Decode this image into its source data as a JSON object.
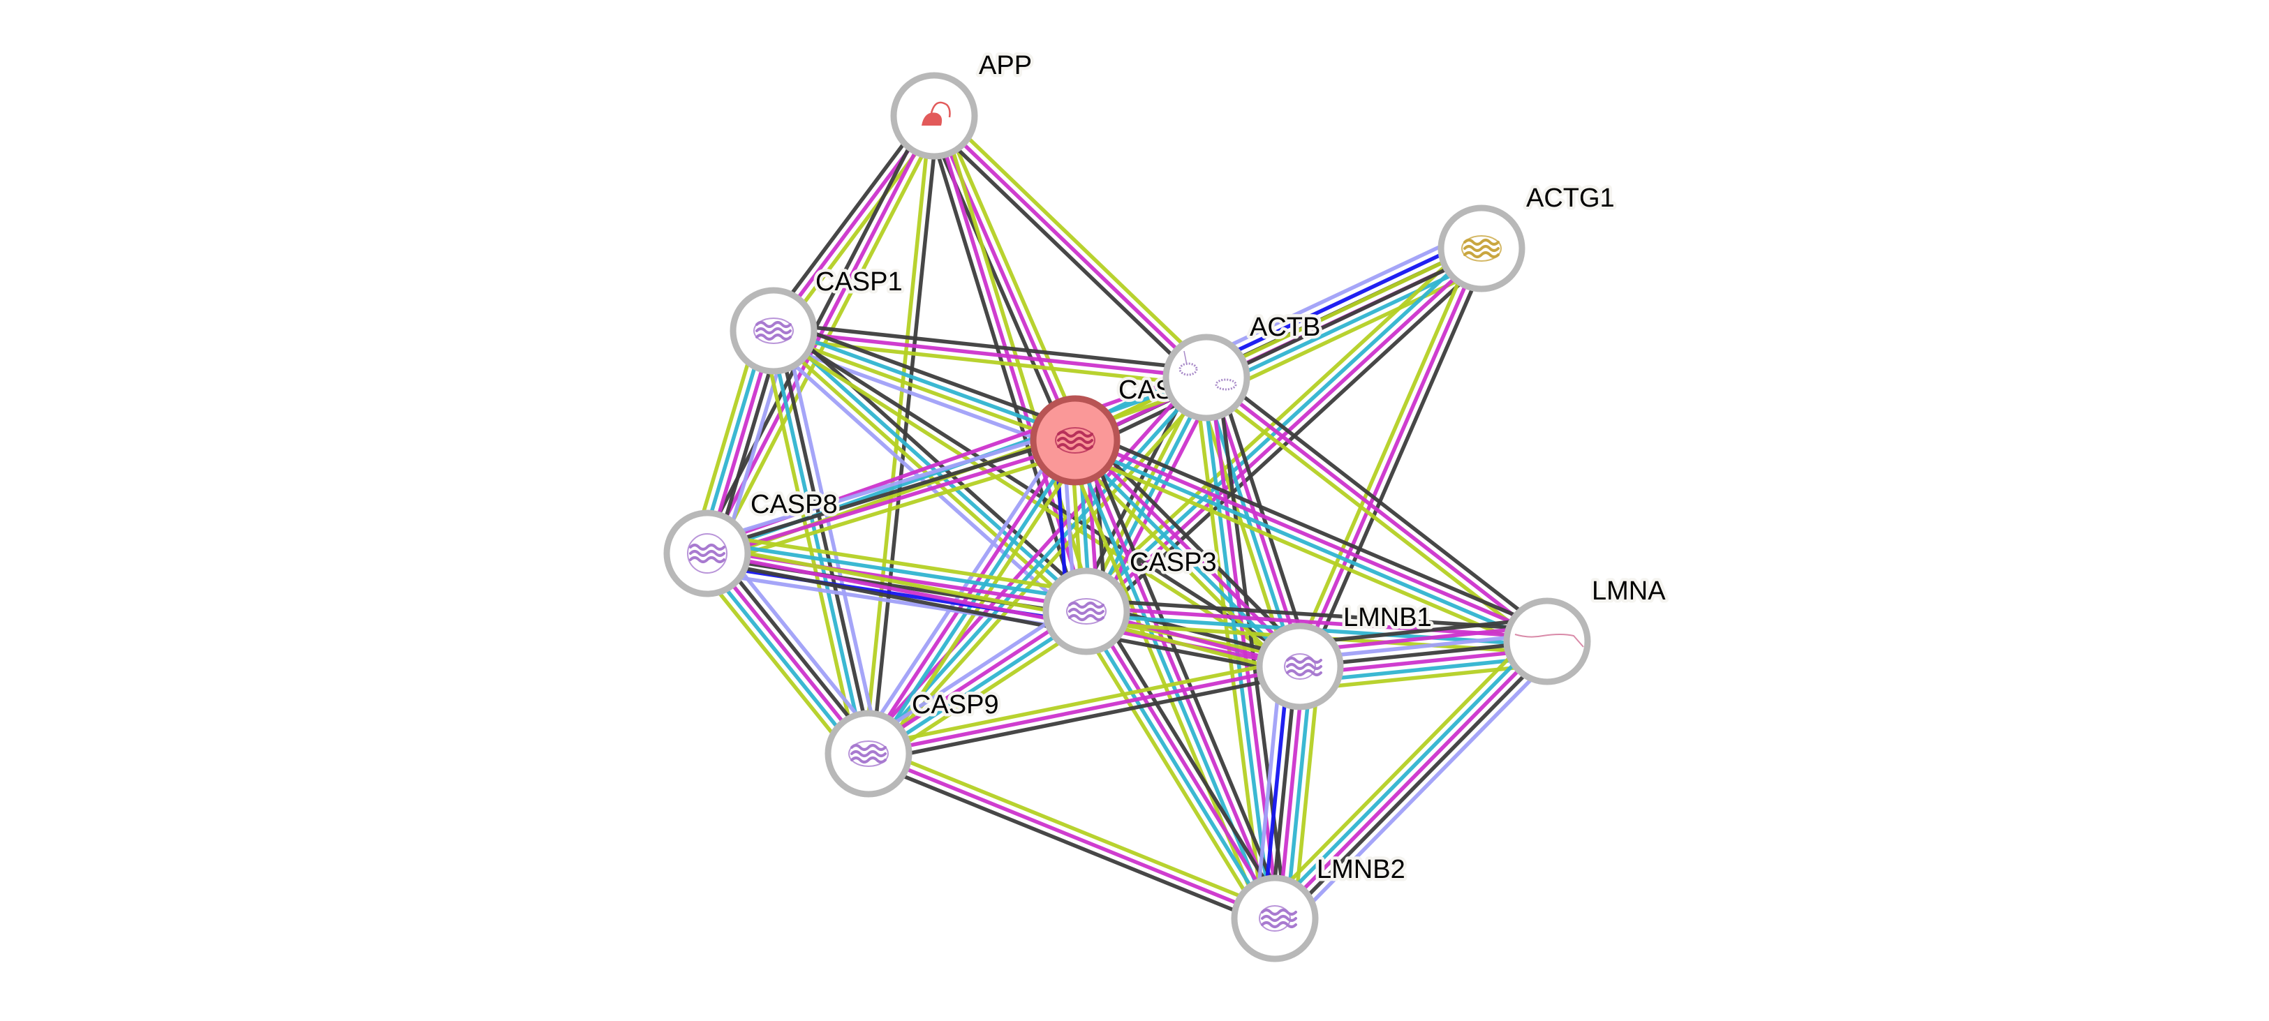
{
  "diagram": {
    "type": "protein-interaction-network",
    "query_node": "CAS",
    "nodes": [
      {
        "id": "APP",
        "label": "APP",
        "structure": "coil-helix",
        "structure_color": "#e25a5a",
        "query": false
      },
      {
        "id": "ACTG1",
        "label": "ACTG1",
        "structure": "globular",
        "structure_color": "#c9a640",
        "query": false
      },
      {
        "id": "CASP1",
        "label": "CASP1",
        "structure": "alpha-beta",
        "structure_color": "#a87ad0",
        "query": false
      },
      {
        "id": "ACTB",
        "label": "ACTB",
        "structure": "two-domain",
        "structure_color": "#a88ac8",
        "query": false
      },
      {
        "id": "CAS",
        "label": "CAS",
        "structure": "alpha-beta",
        "structure_color": "#b8305a",
        "query": true
      },
      {
        "id": "CASP8",
        "label": "CASP8",
        "structure": "helical",
        "structure_color": "#a87ad0",
        "query": false
      },
      {
        "id": "CASP3",
        "label": "CASP3",
        "structure": "alpha-beta",
        "structure_color": "#a87ad0",
        "query": false
      },
      {
        "id": "LMNB1",
        "label": "LMNB1",
        "structure": "beta-sandwich",
        "structure_color": "#a87ad0",
        "query": false
      },
      {
        "id": "LMNA",
        "label": "LMNA",
        "structure": "coiled-coil",
        "structure_color": "#d98aa8",
        "query": false
      },
      {
        "id": "CASP9",
        "label": "CASP9",
        "structure": "alpha-beta",
        "structure_color": "#a87ad0",
        "query": false
      },
      {
        "id": "LMNB2",
        "label": "LMNB2",
        "structure": "beta-sandwich",
        "structure_color": "#a87ad0",
        "query": false
      }
    ],
    "evidence_colors": {
      "textmining": "#b4d024",
      "coexpression": "#3d3d3d",
      "experiments": "#cc33cc",
      "databases": "#30b4d0",
      "homology": "#a0a0f8",
      "fusion": "#1414f0"
    },
    "edges": [
      {
        "source": "APP",
        "target": "CASP1",
        "evidence": [
          "textmining",
          "experiments",
          "coexpression"
        ]
      },
      {
        "source": "APP",
        "target": "CASP8",
        "evidence": [
          "textmining",
          "experiments",
          "coexpression"
        ]
      },
      {
        "source": "APP",
        "target": "CASP9",
        "evidence": [
          "coexpression",
          "textmining"
        ]
      },
      {
        "source": "APP",
        "target": "CAS",
        "evidence": [
          "textmining",
          "experiments",
          "coexpression"
        ]
      },
      {
        "source": "APP",
        "target": "CASP3",
        "evidence": [
          "textmining",
          "experiments",
          "coexpression"
        ]
      },
      {
        "source": "APP",
        "target": "ACTB",
        "evidence": [
          "textmining",
          "experiments",
          "coexpression"
        ]
      },
      {
        "source": "ACTG1",
        "target": "ACTB",
        "evidence": [
          "textmining",
          "databases",
          "experiments",
          "coexpression",
          "fusion",
          "homology"
        ]
      },
      {
        "source": "ACTG1",
        "target": "CASP3",
        "evidence": [
          "coexpression",
          "experiments",
          "databases",
          "textmining"
        ]
      },
      {
        "source": "ACTG1",
        "target": "CAS",
        "evidence": [
          "coexpression",
          "textmining"
        ]
      },
      {
        "source": "ACTG1",
        "target": "LMNB1",
        "evidence": [
          "coexpression",
          "experiments",
          "textmining"
        ]
      },
      {
        "source": "CASP1",
        "target": "ACTB",
        "evidence": [
          "coexpression",
          "experiments",
          "textmining"
        ]
      },
      {
        "source": "CASP1",
        "target": "CAS",
        "evidence": [
          "coexpression",
          "databases",
          "textmining",
          "homology"
        ]
      },
      {
        "source": "CASP1",
        "target": "CASP8",
        "evidence": [
          "homology",
          "coexpression",
          "experiments",
          "databases",
          "textmining"
        ]
      },
      {
        "source": "CASP1",
        "target": "CASP3",
        "evidence": [
          "coexpression",
          "databases",
          "textmining",
          "homology"
        ]
      },
      {
        "source": "CASP1",
        "target": "CASP9",
        "evidence": [
          "homology",
          "coexpression",
          "databases",
          "textmining"
        ]
      },
      {
        "source": "CASP1",
        "target": "LMNB1",
        "evidence": [
          "coexpression",
          "textmining"
        ]
      },
      {
        "source": "ACTB",
        "target": "CAS",
        "evidence": [
          "coexpression",
          "experiments",
          "textmining",
          "databases"
        ]
      },
      {
        "source": "ACTB",
        "target": "CASP8",
        "evidence": [
          "textmining",
          "databases",
          "experiments"
        ]
      },
      {
        "source": "ACTB",
        "target": "CASP3",
        "evidence": [
          "experiments",
          "databases",
          "textmining",
          "coexpression"
        ]
      },
      {
        "source": "ACTB",
        "target": "CASP9",
        "evidence": [
          "textmining",
          "databases",
          "experiments"
        ]
      },
      {
        "source": "ACTB",
        "target": "LMNB1",
        "evidence": [
          "coexpression",
          "experiments",
          "databases",
          "textmining"
        ]
      },
      {
        "source": "ACTB",
        "target": "LMNB2",
        "evidence": [
          "coexpression",
          "experiments",
          "databases",
          "textmining"
        ]
      },
      {
        "source": "ACTB",
        "target": "LMNA",
        "evidence": [
          "coexpression",
          "experiments",
          "textmining"
        ]
      },
      {
        "source": "CAS",
        "target": "CASP8",
        "evidence": [
          "textmining",
          "experiments",
          "coexpression",
          "homology"
        ]
      },
      {
        "source": "CAS",
        "target": "CASP3",
        "evidence": [
          "coexpression",
          "experiments",
          "databases",
          "textmining",
          "homology",
          "fusion"
        ]
      },
      {
        "source": "CAS",
        "target": "CASP9",
        "evidence": [
          "textmining",
          "databases",
          "experiments",
          "homology"
        ]
      },
      {
        "source": "CAS",
        "target": "LMNB1",
        "evidence": [
          "coexpression",
          "experiments",
          "databases",
          "textmining"
        ]
      },
      {
        "source": "CAS",
        "target": "LMNA",
        "evidence": [
          "coexpression",
          "experiments",
          "databases",
          "textmining"
        ]
      },
      {
        "source": "CAS",
        "target": "LMNB2",
        "evidence": [
          "coexpression",
          "experiments",
          "databases",
          "textmining"
        ]
      },
      {
        "source": "CASP8",
        "target": "CASP3",
        "evidence": [
          "textmining",
          "databases",
          "experiments",
          "coexpression",
          "fusion",
          "homology"
        ]
      },
      {
        "source": "CASP8",
        "target": "CASP9",
        "evidence": [
          "homology",
          "coexpression",
          "experiments",
          "databases",
          "textmining"
        ]
      },
      {
        "source": "CASP8",
        "target": "LMNB1",
        "evidence": [
          "textmining",
          "experiments",
          "coexpression"
        ]
      },
      {
        "source": "CASP3",
        "target": "CASP9",
        "evidence": [
          "textmining",
          "databases",
          "experiments",
          "homology"
        ]
      },
      {
        "source": "CASP3",
        "target": "LMNB1",
        "evidence": [
          "coexpression",
          "experiments",
          "textmining"
        ]
      },
      {
        "source": "CASP3",
        "target": "LMNA",
        "evidence": [
          "coexpression",
          "experiments",
          "databases",
          "textmining"
        ]
      },
      {
        "source": "CASP3",
        "target": "LMNB2",
        "evidence": [
          "coexpression",
          "experiments",
          "databases",
          "textmining"
        ]
      },
      {
        "source": "CASP9",
        "target": "LMNB1",
        "evidence": [
          "textmining",
          "experiments",
          "coexpression"
        ]
      },
      {
        "source": "CASP9",
        "target": "LMNB2",
        "evidence": [
          "textmining",
          "experiments",
          "coexpression"
        ]
      },
      {
        "source": "LMNB1",
        "target": "LMNA",
        "evidence": [
          "coexpression",
          "experiments",
          "homology",
          "coexpression",
          "experiments",
          "databases",
          "textmining"
        ]
      },
      {
        "source": "LMNB1",
        "target": "LMNB2",
        "evidence": [
          "textmining",
          "databases",
          "experiments",
          "coexpression",
          "fusion",
          "homology"
        ]
      },
      {
        "source": "LMNA",
        "target": "LMNB2",
        "evidence": [
          "homology",
          "coexpression",
          "experiments",
          "databases",
          "textmining"
        ]
      }
    ]
  }
}
